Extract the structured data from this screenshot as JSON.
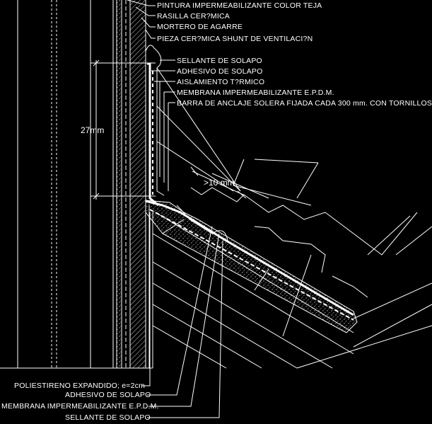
{
  "labels_top": [
    "PINTURA IMPERMEABILIZANTE COLOR TEJA",
    "RASILLA CER?MICA",
    "MORTERO DE AGARRE",
    "PIEZA CER?MICA SHUNT DE VENTILACI?N",
    "SELLANTE DE SOLAPO",
    "ADHESIVO DE SOLAPO",
    "AISLAMIENTO T?RMICO",
    "MEMBRANA IMPERMEABILIZANTE E.P.D.M.",
    "BARRA DE ANCLAJE SOLERA FIJADA CADA 300 mm. CON TORNILLOS"
  ],
  "labels_bottom": [
    "POLIESTIRENO EXPANDIDO; e=2cm",
    "ADHESIVO DE SOLAPO",
    "MEMBRANA IMPERMEABILIZANTE E.P.D.M.",
    "SELLANTE DE SOLAPO"
  ],
  "dimensions": {
    "vertical": "27mm",
    "slope": ">10  mm"
  },
  "colors": {
    "background": "#000000",
    "lines": "#ffffff",
    "leaders": "#ffffff"
  }
}
